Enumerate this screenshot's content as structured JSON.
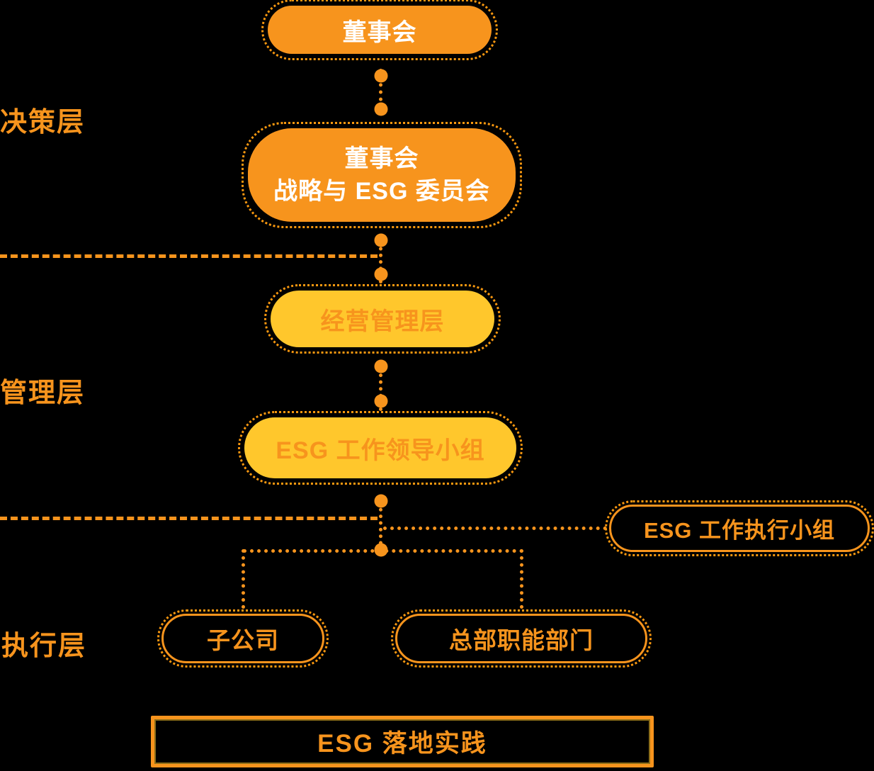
{
  "colors": {
    "background": "#000000",
    "orange": "#F7941D",
    "yellow": "#FFC72C",
    "white_text": "#FFFFFF"
  },
  "layers": [
    {
      "label": "决策层"
    },
    {
      "label": "管理层"
    },
    {
      "label": "执行层"
    }
  ],
  "nodes": {
    "board": {
      "label": "董事会"
    },
    "strategy_committee": {
      "label_line1": "董事会",
      "label_line2": "战略与 ESG 委员会"
    },
    "operating_management": {
      "label": "经营管理层"
    },
    "esg_leading_group": {
      "label": "ESG 工作领导小组"
    },
    "esg_execution_group": {
      "label": "ESG 工作执行小组"
    },
    "subsidiaries": {
      "label": "子公司"
    },
    "hq_functional_departments": {
      "label": "总部职能部门"
    },
    "esg_practice_bar": {
      "label": "ESG 落地实践"
    }
  }
}
